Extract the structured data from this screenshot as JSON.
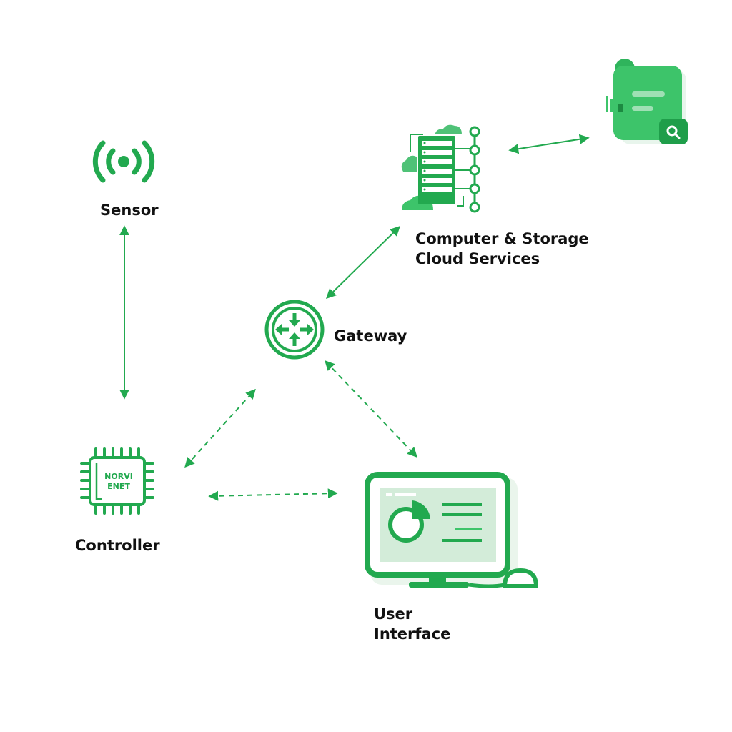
{
  "colors": {
    "primary": "#22a94f",
    "light": "#d3ecd9",
    "mid": "#4fc277",
    "bright": "#3dc46a"
  },
  "nodes": {
    "sensor": {
      "label": "Sensor",
      "icon": "wireless-signal-icon"
    },
    "cloud": {
      "label_line1": "Computer & Storage",
      "label_line2": "Cloud Services",
      "icon": "server-rack-icon"
    },
    "analytics": {
      "icon": "document-search-icon"
    },
    "gateway": {
      "label": "Gateway",
      "icon": "router-arrows-icon"
    },
    "controller": {
      "label": "Controller",
      "chip_line1": "NORVI",
      "chip_line2": "ENET",
      "icon": "microchip-icon"
    },
    "ui": {
      "label_line1": "User",
      "label_line2": "Interface",
      "icon": "desktop-monitor-icon"
    }
  },
  "connections": [
    {
      "from": "sensor",
      "to": "controller",
      "style": "solid"
    },
    {
      "from": "gateway",
      "to": "cloud",
      "style": "solid"
    },
    {
      "from": "cloud",
      "to": "analytics",
      "style": "solid"
    },
    {
      "from": "controller",
      "to": "gateway",
      "style": "dashed"
    },
    {
      "from": "gateway",
      "to": "ui",
      "style": "dashed"
    },
    {
      "from": "controller",
      "to": "ui",
      "style": "dashed"
    }
  ]
}
